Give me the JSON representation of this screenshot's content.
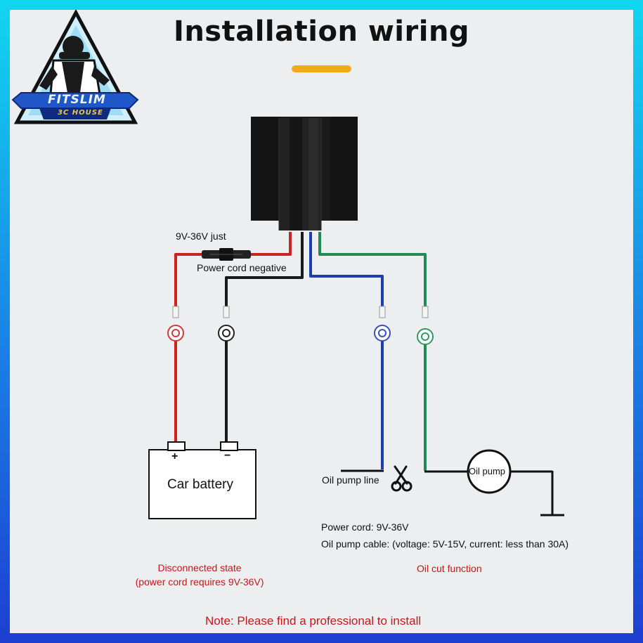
{
  "title": "Installation wiring",
  "logo": {
    "brand": "FITSLIM",
    "sub": "3C HOUSE"
  },
  "labels": {
    "voltage_just": "9V-36V just",
    "power_negative": "Power cord negative",
    "battery": "Car battery",
    "plus": "+",
    "minus": "−",
    "oil_pump_line": "Oil pump line",
    "oil_pump": "Oil pump",
    "spec_power": "Power cord: 9V-36V",
    "spec_pump": "Oil pump cable: (voltage: 5V-15V, current: less than 30A)",
    "state_1": "Disconnected state",
    "state_2": "(power cord requires 9V-36V)",
    "oil_cut": "Oil cut function",
    "note": "Note: Please find a professional to install"
  },
  "colors": {
    "accent": "#f4a81c",
    "wire_red": "#cc2222",
    "wire_black": "#1a1a1a",
    "wire_blue": "#1c3fb0",
    "wire_green": "#1f8a55",
    "label_red": "#c81818"
  }
}
